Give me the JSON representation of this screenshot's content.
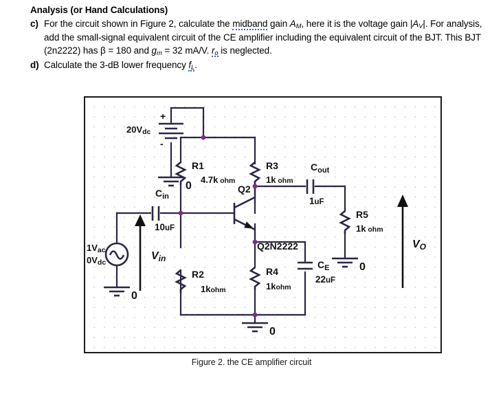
{
  "question": {
    "heading": "Analysis (or Hand Calculations)",
    "items": [
      {
        "marker": "c)",
        "line1_a": "For the circuit shown in Figure 2, calculate the ",
        "line1_mid": "midband",
        "line1_b": " gain ",
        "line1_sym": "A",
        "line1_sub": "M",
        "line1_c": ", here it is the voltage gain |",
        "line1_sym2": "A",
        "line1_sub2": "V",
        "line1_d": "|. For",
        "line2": "analysis, add the small-signal equivalent circuit of the CE amplifier including the equivalent circuit",
        "line3_a": "of the BJT. This BJT (2n2222) has β = 180 and ",
        "line3_sym": "g",
        "line3_sub": "m",
        "line3_b": " = 32 mA/V. ",
        "line3_sym2": "r",
        "line3_sub2": "o",
        "line3_c": " is neglected."
      },
      {
        "marker": "d)",
        "line1_a": "Calculate the 3-dB lower frequency ",
        "line1_sym": "f",
        "line1_sub": "L",
        "line1_b": "."
      }
    ]
  },
  "figure": {
    "caption": "Figure 2. the CE amplifier circuit",
    "colors": {
      "wire": "#2b2545",
      "node": "#7b2d8e",
      "symbol": "#1a1a1a",
      "frame": "#1a1a1a",
      "grid": "#cfcfcf"
    },
    "components": [
      {
        "id": "V1",
        "kind": "dc-voltage-source",
        "label": "20Vdc",
        "plus": "+",
        "minus": "-"
      },
      {
        "id": "R1",
        "kind": "resistor",
        "label": "R1",
        "value": "4.7k",
        "unit": "ohm"
      },
      {
        "id": "R2",
        "kind": "resistor",
        "label": "R2",
        "value": "1k",
        "unit": "ohm"
      },
      {
        "id": "R3",
        "kind": "resistor",
        "label": "R3",
        "value": "1k",
        "unit": "ohm"
      },
      {
        "id": "R4",
        "kind": "resistor",
        "label": "R4",
        "value": "1k",
        "unit": "ohm"
      },
      {
        "id": "R5",
        "kind": "resistor",
        "label": "R5",
        "value": "1k",
        "unit": "ohm"
      },
      {
        "id": "Cin",
        "kind": "capacitor",
        "label": "C",
        "label_sub": "in",
        "value": "10uF"
      },
      {
        "id": "Cout",
        "kind": "capacitor",
        "label": "C",
        "label_sub": "out",
        "value": "1uF"
      },
      {
        "id": "CE",
        "kind": "capacitor",
        "label": "C",
        "label_sub": "E",
        "value": "22uF"
      },
      {
        "id": "Q2",
        "kind": "npn-bjt",
        "label": "Q2",
        "part": "Q2N2222"
      },
      {
        "id": "Vsrc",
        "kind": "ac-voltage-source",
        "label_ac": "1Vac",
        "label_dc": "0Vdc"
      }
    ],
    "grounds": [
      {
        "id": "gnd-supply",
        "label": "0"
      },
      {
        "id": "gnd-source",
        "label": "0"
      },
      {
        "id": "gnd-emitter",
        "label": "0"
      },
      {
        "id": "gnd-load",
        "label": "0"
      }
    ],
    "annotations": [
      {
        "id": "vin",
        "label": "V",
        "label_sub": "in"
      },
      {
        "id": "vo",
        "label": "V",
        "label_sub": "O"
      }
    ]
  }
}
